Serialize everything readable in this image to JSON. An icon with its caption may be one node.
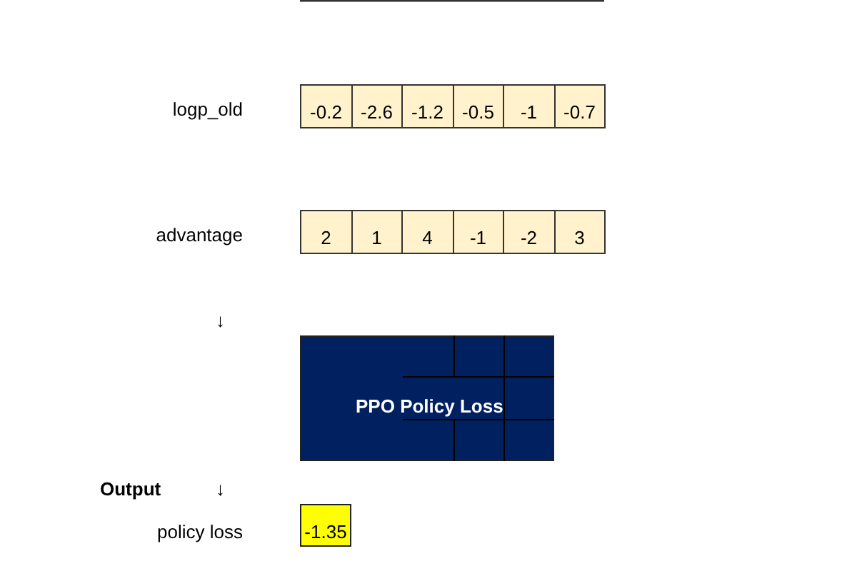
{
  "diagram": {
    "nodes": [
      {
        "text": [
          "PPO Policy Loss"
        ]
      },
      {
        "text": [
          "-1.35"
        ]
      }
    ],
    "labels": [
      "logp_old",
      "-0.2",
      "-2.6",
      "-1.2",
      "-0.5",
      "-1",
      "-0.7",
      "advantage",
      "2",
      "1",
      "4",
      "-1",
      "-2",
      "3",
      "↓",
      "Output",
      "↓",
      "policy loss"
    ]
  }
}
